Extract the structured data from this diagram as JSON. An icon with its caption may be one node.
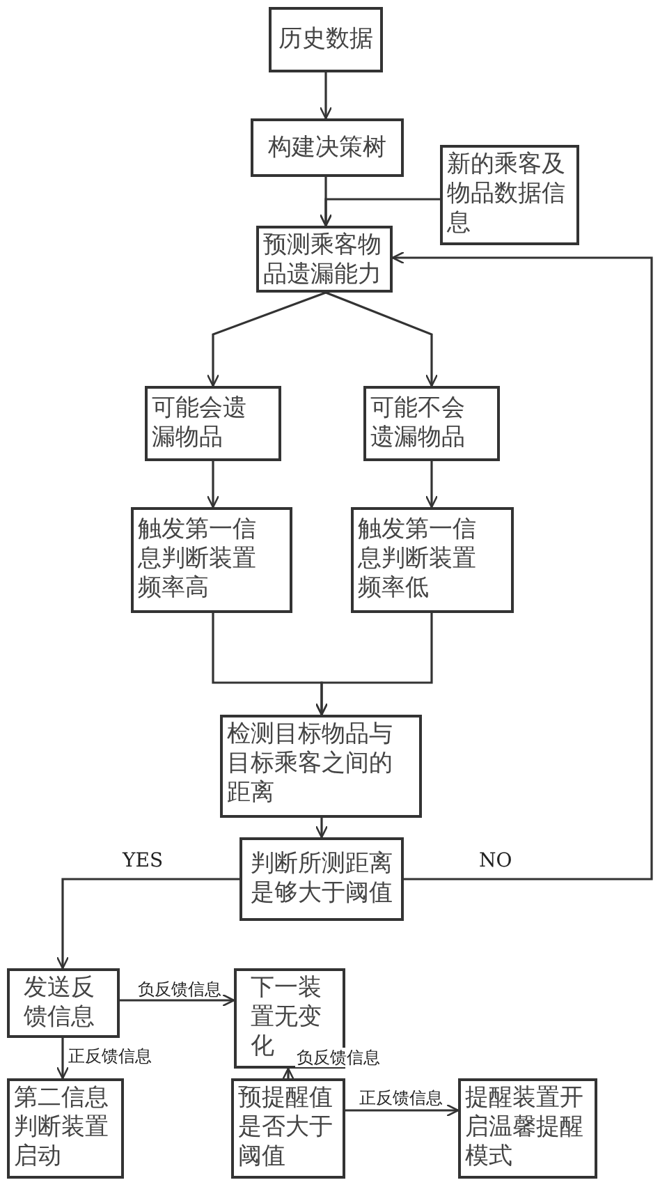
{
  "diagram": {
    "nodes": [
      {
        "text": [
          "历史数据"
        ]
      },
      {
        "text": [
          "构建决策树"
        ]
      },
      {
        "text": [
          "新的乘客及物品数据信息"
        ]
      },
      {
        "text": [
          "预测乘客物品遗漏能力"
        ]
      },
      {
        "text": [
          "可能会遗漏物品"
        ]
      },
      {
        "text": [
          "可能不会遗漏物品"
        ]
      },
      {
        "text": [
          "触发第一信息判断装置频率高"
        ]
      },
      {
        "text": [
          "触发第一信息判断装置频率低"
        ]
      },
      {
        "text": [
          "检测目标物品与目标乘客之间的距离"
        ]
      },
      {
        "text": [
          "判断所测距离是够大于阈值"
        ]
      },
      {
        "text": [
          "发送反馈信息"
        ]
      },
      {
        "text": [
          "下一装置无变化"
        ]
      },
      {
        "text": [
          "第二信息判断装置启动"
        ]
      },
      {
        "text": [
          "预提醒值是否大于阈值"
        ]
      },
      {
        "text": [
          "提醒装置开启温馨提醒模式"
        ]
      }
    ],
    "edges": [
      {
        "from": 0,
        "to": 1,
        "arrow": "to"
      },
      {
        "from": 1,
        "to": 3,
        "arrow": "to"
      },
      {
        "from": 2,
        "to": 3,
        "arrow": "to"
      },
      {
        "from": 3,
        "to": 4,
        "arrow": "to"
      },
      {
        "from": 3,
        "to": 5,
        "arrow": "to"
      },
      {
        "from": 4,
        "to": 6,
        "arrow": "to"
      },
      {
        "from": 5,
        "to": 7,
        "arrow": "to"
      },
      {
        "from": 6,
        "to": 8,
        "arrow": "to"
      },
      {
        "from": 7,
        "to": 8,
        "arrow": "to"
      },
      {
        "from": 8,
        "to": 9,
        "arrow": "to"
      },
      {
        "from": 9,
        "to": 10,
        "label": "YES",
        "arrow": "to"
      },
      {
        "from": 9,
        "to": 3,
        "label": "NO",
        "arrow": "to"
      },
      {
        "from": 10,
        "to": 11,
        "label": "负反馈信息",
        "arrow": "to"
      },
      {
        "from": 10,
        "to": 12,
        "label": "正反馈信息",
        "arrow": "to"
      },
      {
        "from": 13,
        "to": 11,
        "label": "负反馈信息",
        "arrow": "to"
      },
      {
        "from": 13,
        "to": 14,
        "label": "正反馈信息",
        "arrow": "to"
      }
    ]
  }
}
